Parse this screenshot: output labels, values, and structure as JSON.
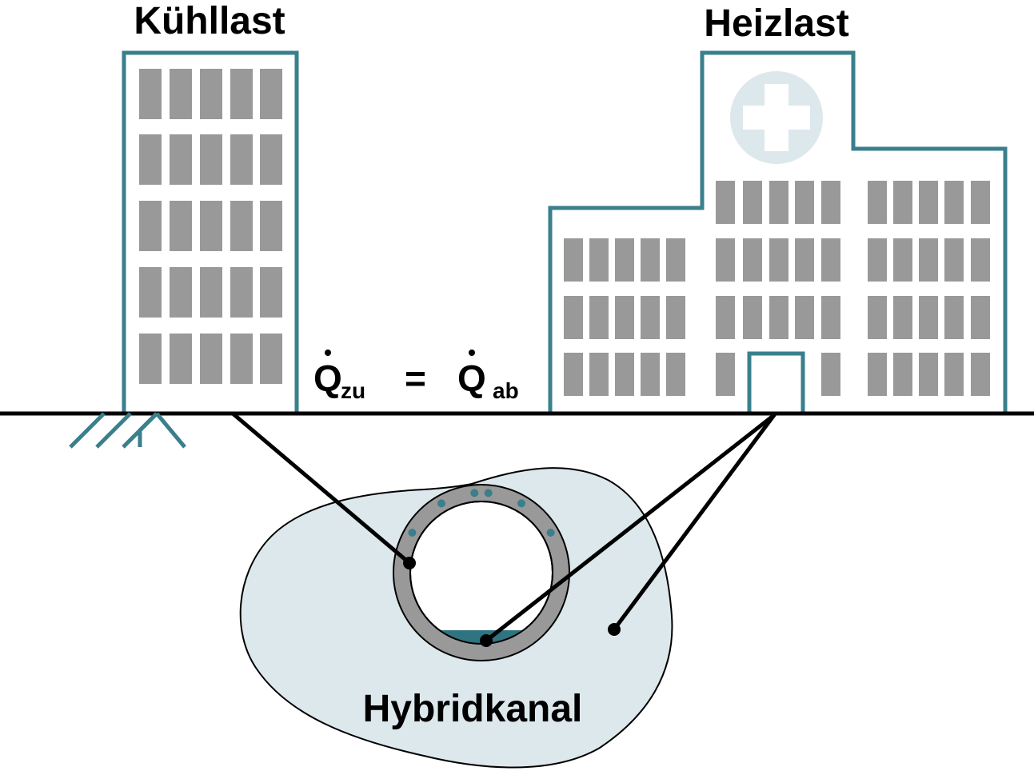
{
  "labels": {
    "cooling_load": "Kühllast",
    "heating_load": "Heizlast",
    "hybrid_channel": "Hybridkanal"
  },
  "equation": {
    "symbol_left": "Q",
    "sub_left": "zu",
    "equals": "=",
    "symbol_right": "Q",
    "sub_right": "ab"
  },
  "colors": {
    "building_outline": "#3a7f8c",
    "window": "#999999",
    "soil": "#dde8ec",
    "pipe_ring": "#999999",
    "water": "#2f7480",
    "cross_disc": "#dde8ec",
    "line": "#000000"
  },
  "icons": {
    "office": "office-building-icon",
    "hospital": "hospital-building-icon",
    "hospital_sign": "medical-cross-icon",
    "foundation": "foundation-pile-icon"
  }
}
